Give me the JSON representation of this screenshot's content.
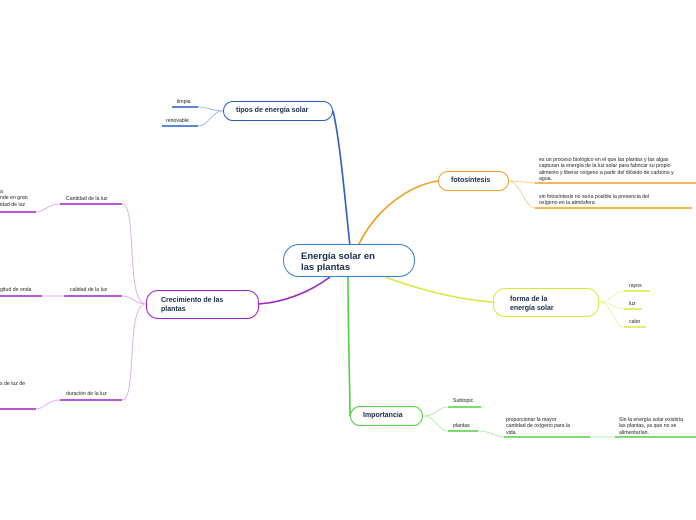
{
  "center": {
    "line1": "Energía solar en",
    "line2": "las plantas"
  },
  "tipos": {
    "title": "tipos de energía solar",
    "items": [
      "limpia",
      "renovable"
    ]
  },
  "fotosintesis": {
    "title": "fotosíntesis",
    "note1": [
      "es un proceso biológico en el que las plantas y las algas",
      "capturan la energía de la luz solar para fabricar su propio",
      "alimento y liberar oxígeno a partir del dióxido de carbono y",
      "agua."
    ],
    "note2": [
      "sin fotosíntesis no sería posible la presencia del",
      "oxígeno en la atmósfera"
    ]
  },
  "forma": {
    "line1": "forma de la",
    "line2": "energía solar",
    "items": [
      "rayos",
      "luz",
      "calor"
    ]
  },
  "crecimiento": {
    "line1": "Crecimiento de las",
    "line2": "plantas",
    "items": [
      "Cantidad de la luz",
      "calidad de la luz",
      "duración de la luz"
    ],
    "cut1": [
      "a",
      "nde en gran",
      "idad de luz"
    ],
    "cut2": "gitud de onda",
    "cut3": "s de luz de"
  },
  "importancia": {
    "title": "Importancia",
    "items": [
      "Subtopic",
      "plantas"
    ],
    "sub1": [
      "proporcionar la mayor",
      "cantidad de oxígeno para la",
      "vida."
    ],
    "sub2": [
      "Sin la energía solar existiría",
      "las plantas, ya que no se",
      "alimentarían."
    ]
  },
  "colors": {
    "tipos": "#2a5fc0",
    "fotosintesis": "#f0a020",
    "forma": "#d8e840",
    "crecimiento": "#a020c8",
    "importancia": "#50d040",
    "center": "#3a7fd0"
  }
}
